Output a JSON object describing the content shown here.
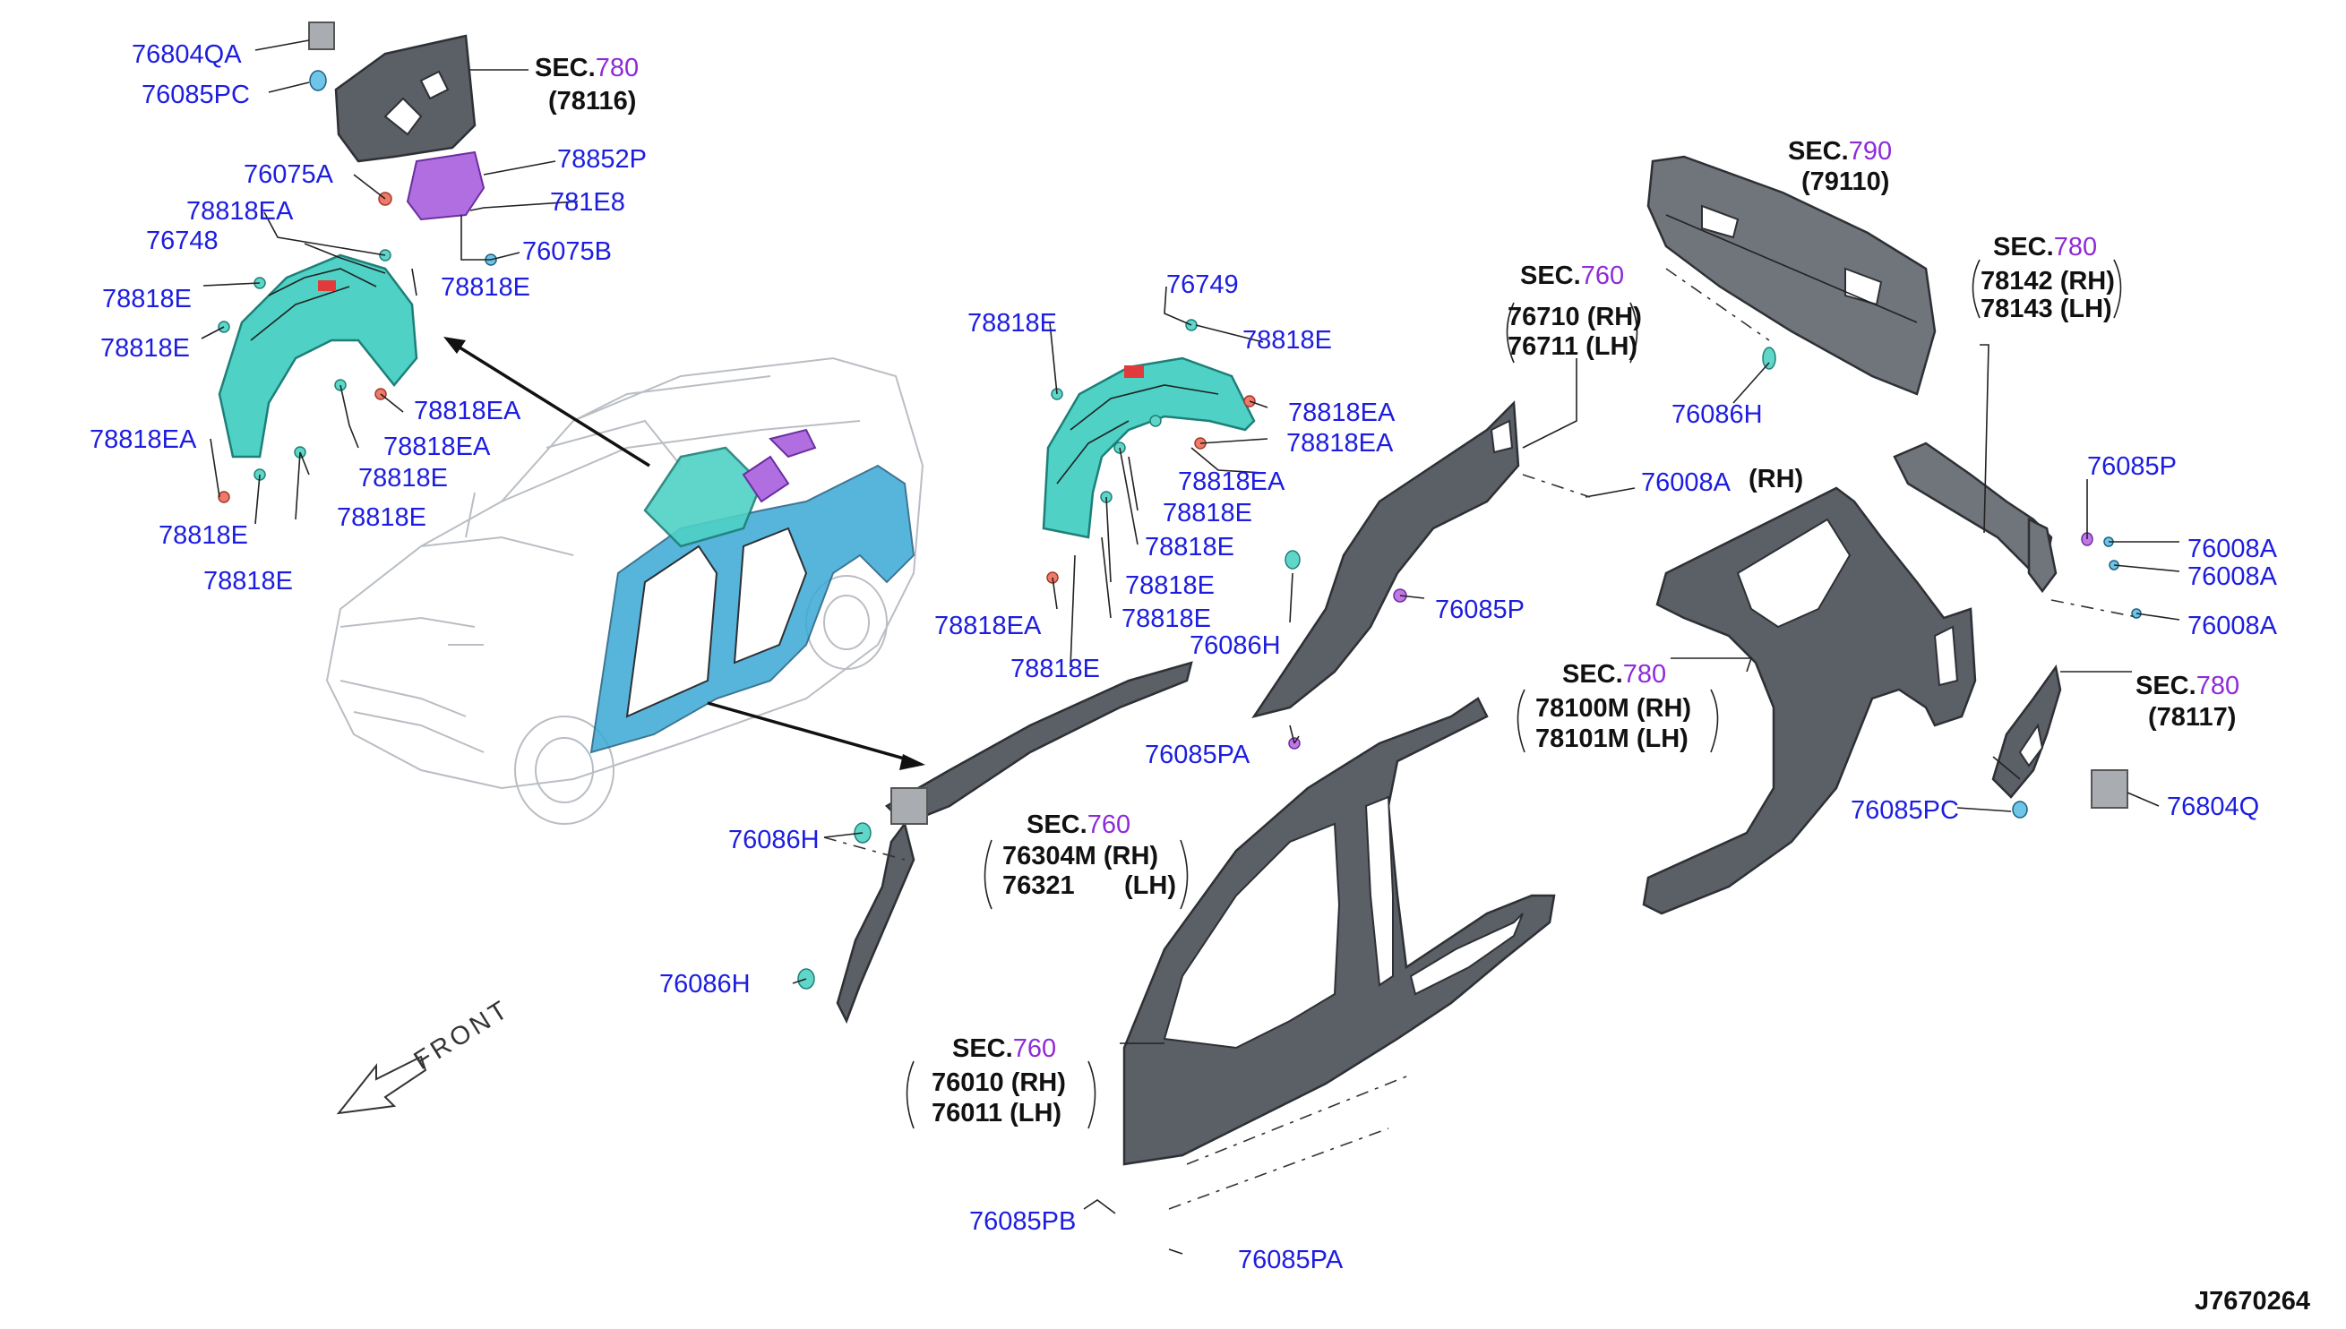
{
  "drawing_id": "J7670264",
  "front_label": "FRONT",
  "part_labels": {
    "p76804QA": "76804QA",
    "p76085PC_top": "76085PC",
    "p76075A": "76075A",
    "p78852P": "78852P",
    "p781E8": "781E8",
    "p76075B": "76075B",
    "p78818EA_1": "78818EA",
    "p76748": "76748",
    "p78818E_1": "78818E",
    "p78818E_2": "78818E",
    "p78818E_3": "78818E",
    "p78818EA_2": "78818EA",
    "p78818EA_3": "78818EA",
    "p78818EA_4": "78818EA",
    "p78818E_4": "78818E",
    "p78818E_5": "78818E",
    "p78818E_6": "78818E",
    "p78818E_7": "78818E",
    "p76749": "76749",
    "p78818E_8": "78818E",
    "p78818E_9": "78818E",
    "p78818EA_5": "78818EA",
    "p78818EA_6": "78818EA",
    "p78818EA_7": "78818EA",
    "p78818E_10": "78818E",
    "p78818E_11": "78818E",
    "p78818E_12": "78818E",
    "p78818EA_8": "78818EA",
    "p78818E_13": "78818E",
    "p78818E_14": "78818E",
    "p76086H_1": "76086H",
    "p76086H_2": "76086H",
    "p76086H_3": "76086H",
    "p76086H_4": "76086H",
    "p76085P_1": "76085P",
    "p76085P_2": "76085P",
    "p76085PA_1": "76085PA",
    "p76085PA_2": "76085PA",
    "p76085PB": "76085PB",
    "p76008A_rh": "76008A",
    "p76008A_1": "76008A",
    "p76008A_2": "76008A",
    "p76008A_3": "76008A",
    "p76085PC_bot": "76085PC",
    "p76804Q": "76804Q"
  },
  "black_labels": {
    "b78116": "(78116)",
    "b79110": "(79110)",
    "b76710": "76710 (RH)",
    "b76711": "76711 (LH)",
    "b78142": "78142 (RH)",
    "b78143": "78143 (LH)",
    "b76304M": "76304M (RH)",
    "b76321": "76321",
    "b76321lh": "(LH)",
    "b78100M": "78100M (RH)",
    "b78101M": "78101M (LH)",
    "b78117": "(78117)",
    "b76010": "76010 (RH)",
    "b76011": "76011 (LH)",
    "b_rh_suffix": "(RH)"
  },
  "sections": {
    "s780_top": {
      "prefix": "SEC.",
      "num": "780"
    },
    "s790": {
      "prefix": "SEC.",
      "num": "790"
    },
    "s760_a": {
      "prefix": "SEC.",
      "num": "760"
    },
    "s780_b": {
      "prefix": "SEC.",
      "num": "780"
    },
    "s760_b": {
      "prefix": "SEC.",
      "num": "760"
    },
    "s780_c": {
      "prefix": "SEC.",
      "num": "780"
    },
    "s780_d": {
      "prefix": "SEC.",
      "num": "780"
    },
    "s760_c": {
      "prefix": "SEC.",
      "num": "760"
    }
  }
}
